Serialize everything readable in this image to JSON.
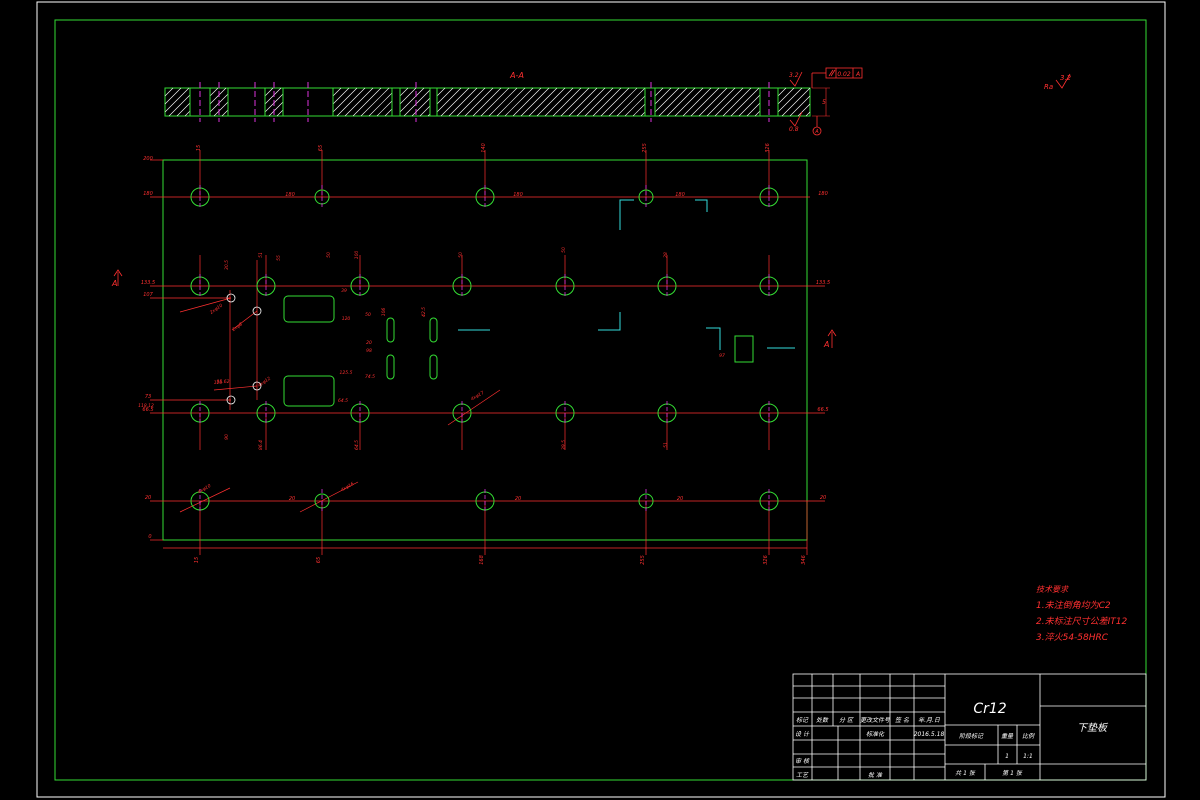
{
  "section": {
    "label": "A-A",
    "roughness": "3.2",
    "roughness_bottom": "0.8",
    "parallel_tol": "0.02",
    "datum": "A",
    "thickness": "5"
  },
  "roughness_corner": {
    "prefix": "Ra",
    "value": "3.2"
  },
  "view_arrow_left": "A",
  "view_arrow_right": "A",
  "dims_top": [
    "15",
    "65",
    "140",
    "255",
    "326"
  ],
  "dims_top_corner": "200",
  "dims_bottom": [
    "15",
    "65",
    "168",
    "255",
    "326",
    "346"
  ],
  "dims_bottom_corner": "0",
  "dims_left": [
    "180",
    "133.5",
    "107",
    "73",
    "66.5",
    "20"
  ],
  "dims_right": [
    "180",
    "133.5",
    "66.5",
    "20"
  ],
  "row1_labels": [
    "180",
    "180",
    "180",
    "180"
  ],
  "row4_labels": [
    "20",
    "20",
    "20",
    "20"
  ],
  "misc_dims": [
    "30.5",
    "51",
    "55",
    "50",
    "100",
    "50",
    "50",
    "28",
    "106",
    "42.5",
    "39",
    "120",
    "50",
    "20",
    "98",
    "125.5",
    "74.5",
    "64.5",
    "126",
    "95.62",
    "118.12",
    "90",
    "86.4",
    "64.5",
    "39.5",
    "51",
    "97",
    "2xφ10",
    "2xφ8",
    "4xφ12",
    "4xφ17",
    "4xφ10",
    "4xφ16"
  ],
  "tech_req": {
    "title": "技术要求",
    "items": [
      "1.未注倒角均为C2",
      "2.未标注尺寸公差IT12",
      "3.淬火54-58HRC"
    ]
  },
  "title_block": {
    "material": "Cr12",
    "part_name": "下垫板",
    "header_cells": [
      "标记",
      "处数",
      "分 区",
      "更改文件号",
      "签 名",
      "年.月.日"
    ],
    "row_design": [
      "设 计",
      "",
      "",
      "标准化",
      "2016.5.18",
      ""
    ],
    "row_check": [
      "审 核",
      "",
      "",
      "",
      "",
      ""
    ],
    "row_process": [
      "工艺",
      "",
      "",
      "批 准",
      "",
      ""
    ],
    "stage_label": "阶段标记",
    "weight_label": "重量",
    "scale_label": "比例",
    "qty": "1",
    "scale": "1:1",
    "sheets_total": "共 1 张",
    "sheet_no": "第 1 张"
  }
}
